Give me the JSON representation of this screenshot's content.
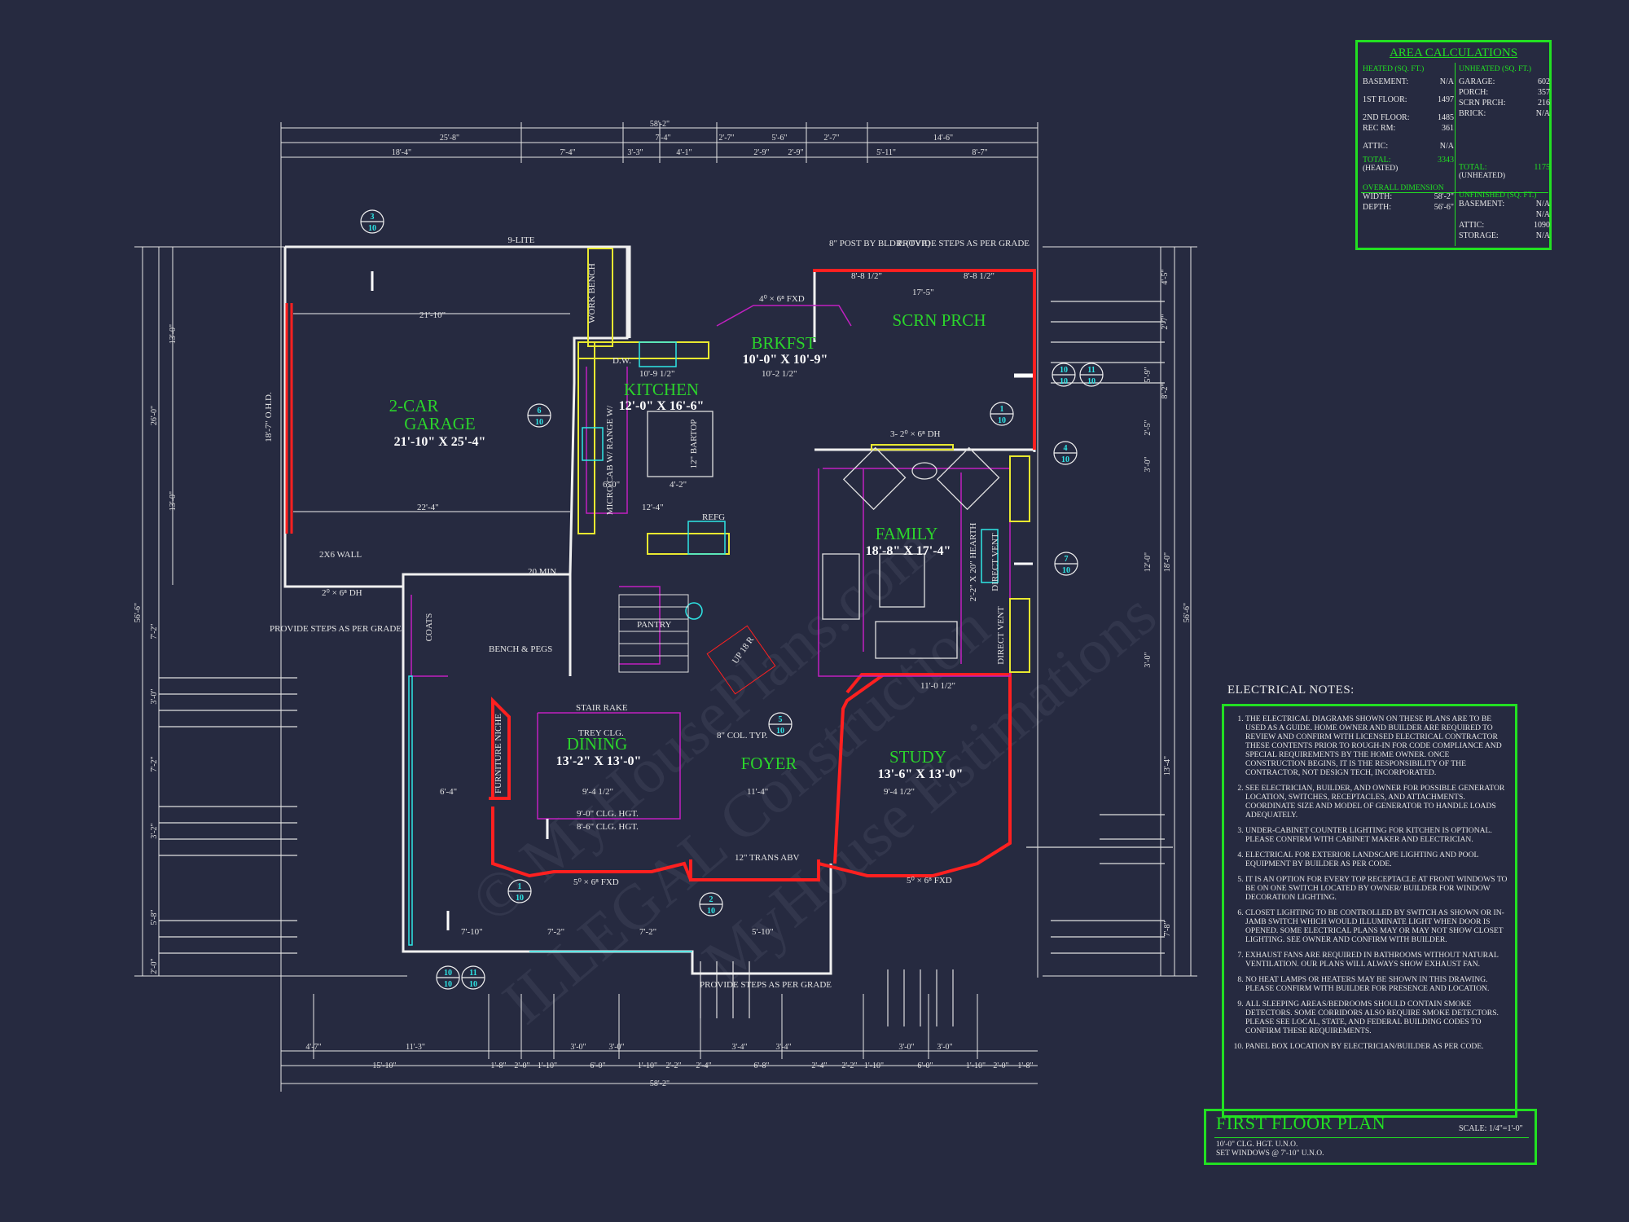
{
  "watermark": {
    "line1": "© MyHousePlans.com",
    "line2": "ILLEGAL Construction",
    "line3": "MyHouse Estimations"
  },
  "area_calculations": {
    "title": "AREA CALCULATIONS",
    "heated": {
      "header": "HEATED (SQ. FT.)",
      "basement": [
        "BASEMENT:",
        "N/A"
      ],
      "first": [
        "1ST FLOOR:",
        "1497"
      ],
      "second": [
        "2ND FLOOR:",
        "1485"
      ],
      "rec": [
        "REC RM:",
        "361"
      ],
      "attic": [
        "ATTIC:",
        "N/A"
      ],
      "total_label": "TOTAL:",
      "total_value": "3343",
      "total_sub": "(HEATED)"
    },
    "unheated": {
      "header": "UNHEATED (SQ. FT.)",
      "garage": [
        "GARAGE:",
        "602"
      ],
      "porch": [
        "PORCH:",
        "357"
      ],
      "scrn": [
        "SCRN PRCH:",
        "216"
      ],
      "brick": [
        "BRICK:",
        "N/A"
      ],
      "total_label": "TOTAL:",
      "total_value": "1175",
      "total_sub": "(UNHEATED)"
    },
    "overall": {
      "header": "OVERALL DIMENSION",
      "width": [
        "WIDTH:",
        "58'-2\""
      ],
      "depth": [
        "DEPTH:",
        "56'-6\""
      ]
    },
    "unfinished": {
      "header": "UNFINISHED (SQ. FT.)",
      "basement": [
        "BASEMENT:",
        "N/A"
      ],
      "blank": [
        "",
        "N/A"
      ],
      "attic": [
        "ATTIC:",
        "1090"
      ],
      "storage": [
        "STORAGE:",
        "N/A"
      ]
    }
  },
  "electrical": {
    "title": "ELECTRICAL NOTES:",
    "notes": [
      "The electrical diagrams shown on these plans are to be used as a guide. Home owner and builder are required to review and confirm with licensed electrical contractor these contents prior to rough-in for code compliance and special requirements by the home owner. Once construction begins, it is the responsibility of the contractor, not design tech, incorporated.",
      "See electrician, builder, and owner for possible generator location, switches, receptacles, and attachments. Coordinate size and model of generator to handle loads adequately.",
      "Under-cabinet counter lighting for kitchen is optional. Please confirm with cabinet maker and electrician.",
      "Electrical for exterior landscape lighting and pool equipment by builder as per code.",
      "It is an option for every top receptacle at front windows to be on one switch located by owner/ builder for window decoration lighting.",
      "Closet lighting to be controlled by switch as shown or in-jamb switch which would illuminate light when door is opened. Some electrical plans may or may not show closet lighting. See owner and confirm with builder.",
      "Exhaust fans are required in bathrooms without natural ventilation. Our plans will always show exhaust fan.",
      "No heat lamps or heaters may be shown in this drawing. Please confirm with builder for presence and location.",
      "All sleeping areas/bedrooms should contain smoke detectors. Some corridors also require smoke detectors. Please see local, state, and federal building codes to confirm these requirements.",
      "Panel box location by electrician/builder as per code."
    ]
  },
  "title_block": {
    "title": "FIRST FLOOR PLAN",
    "scale": "SCALE: 1/4\"=1'-0\"",
    "note1": "10'-0\" CLG. HGT. U.N.O.",
    "note2": "SET WINDOWS @ 7'-10\" U.N.O."
  },
  "rooms": {
    "garage_name1": "2-CAR",
    "garage_name2": "GARAGE",
    "garage_dim": "21'-10\" X 25'-4\"",
    "kitchen_name": "KITCHEN",
    "kitchen_dim": "12'-0\" X 16'-6\"",
    "brkfst_name": "BRKFST",
    "brkfst_dim": "10'-0\" X 10'-9\"",
    "scrn_name": "SCRN PRCH",
    "family_name": "FAMILY",
    "family_dim": "18'-8\" X 17'-4\"",
    "dining_name": "DINING",
    "dining_dim": "13'-2\" X 13'-0\"",
    "foyer_name": "FOYER",
    "study_name": "STUDY",
    "study_dim": "13'-6\" X 13'-0\""
  },
  "labels": {
    "overall_top": "58'-2\"",
    "overall_bottom": "58'-2\"",
    "overall_left": "56'-6\"",
    "overall_right": "56'-6\"",
    "top_row1": [
      "25'-8\"",
      "7'-4\"",
      "2'-7\"",
      "5'-6\"",
      "2'-7\"",
      "14'-6\""
    ],
    "top_row2": [
      "18'-4\"",
      "7'-4\"",
      "3'-3\"",
      "4'-1\"",
      "2'-9\"",
      "2'-9\"",
      "5'-11\"",
      "8'-7\""
    ],
    "bot_row1": [
      "4'-7\"",
      "11'-3\"",
      "3'-0\"",
      "3'-0\"",
      "3'-4\"",
      "3'-4\"",
      "3'-0\"",
      "3'-0\""
    ],
    "bot_row2": [
      "15'-10\"",
      "1'-8\"",
      "2'-0\"",
      "1'-10\"",
      "6'-0\"",
      "1'-10\"",
      "2'-2\"",
      "2'-4\"",
      "6'-8\"",
      "2'-4\"",
      "2'-2\"",
      "1'-10\"",
      "6'-0\"",
      "1'-10\"",
      "2'-0\"",
      "1'-8\""
    ],
    "left_dims": [
      "13'-0\"",
      "26'-0\"",
      "13'-0\"",
      "7'-2\"",
      "3'-0\"",
      "7'-2\"",
      "3'-2\"",
      "5'-8\"",
      "2'-0\""
    ],
    "right_dims": [
      "4'-5\"",
      "2'-7\"",
      "5'-9\"",
      "8'-2\"",
      "2'-5\"",
      "3'-0\"",
      "12'-0\"",
      "18'-0\"",
      "3'-0\"",
      "13'-4\"",
      "7'-8\""
    ],
    "misc": {
      "nine_lite": "9-LITE",
      "work_bench": "WORK BENCH",
      "ohd": "18'-7\" O.H.D.",
      "two_x_six": "2X6 WALL",
      "steps_left": "PROVIDE STEPS AS PER GRADE",
      "steps_top": "PROVIDE STEPS AS PER GRADE",
      "steps_bottom": "PROVIDE STEPS AS PER GRADE",
      "post": "8\" POST BY BLDR. (TYP.)",
      "dw": "D.W.",
      "refg": "REFG",
      "pantry": "PANTRY",
      "coats": "COATS",
      "bench": "BENCH & PEGS",
      "stair_rake": "STAIR RAKE",
      "trey": "TREY CLG.",
      "clg9": "9'-0\" CLG. HGT.",
      "clg86": "8'-6\" CLG. HGT.",
      "furn": "FURNITURE NICHE",
      "col": "8\" COL. TYP.",
      "trans_abv": "12\" TRANS ABV",
      "hearth": "2'-2\" X 20\" HEARTH",
      "direct_vent1": "DIRECT VENT",
      "direct_vent2": "DIRECT VENT",
      "up_stairs": "UP 18 R",
      "min20": "20 MIN.",
      "dh_garage": "2⁰ × 6⁸ DH",
      "fxd_brk": "4⁰ × 6⁸ FXD",
      "fxd_dining": "5⁰ × 6⁸ FXD",
      "fxd_study": "5⁰ × 6⁸ FXD",
      "trans_family": "3- 2⁰ × 6⁸ DH",
      "bartop": "12\" BARTOP",
      "microwave": "MICRO/CAB W/ RANGE W/",
      "micro_dims": [
        "10'-9 1/2\"",
        "10'-2 1/2\"",
        "8'-8 1/2\"",
        "8'-8 1/2\"",
        "17'-5\"",
        "21'-10\"",
        "22'-4\"",
        "12'-4\"",
        "4'-2\"",
        "6'-0\"",
        "11'-0 1/2\"",
        "9'-4 1/2\"",
        "9'-4 1/2\"",
        "11'-4\"",
        "6'-4\"",
        "7'-10\"",
        "7'-2\"",
        "7'-2\"",
        "5'-10\""
      ]
    }
  },
  "section_tags": [
    {
      "n": "3",
      "d": "10"
    },
    {
      "n": "6",
      "d": "10"
    },
    {
      "n": "10",
      "d": "10"
    },
    {
      "n": "11",
      "d": "10"
    },
    {
      "n": "1",
      "d": "10"
    },
    {
      "n": "4",
      "d": "10"
    },
    {
      "n": "7",
      "d": "10"
    },
    {
      "n": "5",
      "d": "10"
    },
    {
      "n": "1",
      "d": "10"
    },
    {
      "n": "2",
      "d": "10"
    },
    {
      "n": "10",
      "d": "10"
    },
    {
      "n": "11",
      "d": "10"
    }
  ],
  "colors": {
    "background": "#262a40",
    "accent": "#22e022",
    "wall_red": "#ff2020",
    "magenta": "#c020c0",
    "cyan": "#2ee6e6",
    "yellow": "#e8e830"
  }
}
